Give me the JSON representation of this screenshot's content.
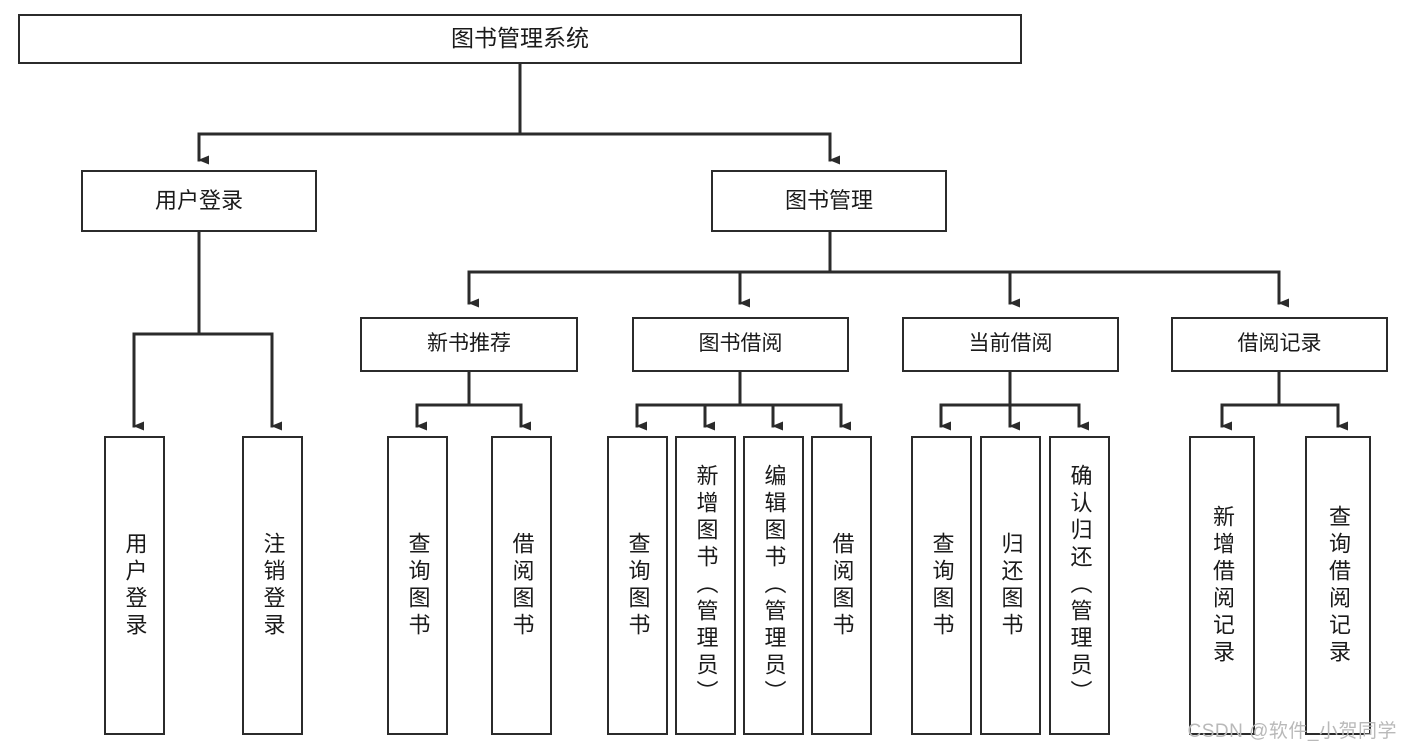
{
  "diagram": {
    "type": "tree-hierarchy",
    "title": "图书管理系统",
    "watermark": "CSDN @软件_小贺同学",
    "colors": {
      "background": "#ffffff",
      "box_border": "#2b2b2b",
      "connector": "#2b2b2b",
      "text": "#1a1a1a",
      "watermark": "#b9b9b9"
    },
    "nodes": {
      "root": {
        "label": "图书管理系统"
      },
      "level2": [
        {
          "id": "user-login",
          "label": "用户登录"
        },
        {
          "id": "book-management",
          "label": "图书管理"
        }
      ],
      "level3": [
        {
          "id": "new-book-recommend",
          "label": "新书推荐"
        },
        {
          "id": "book-borrow",
          "label": "图书借阅"
        },
        {
          "id": "current-borrow",
          "label": "当前借阅"
        },
        {
          "id": "borrow-record",
          "label": "借阅记录"
        }
      ],
      "leaves": {
        "user-login": [
          {
            "id": "leaf-user-login",
            "label": "用户登录"
          },
          {
            "id": "leaf-user-logout",
            "label": "注销登录"
          }
        ],
        "new-book-recommend": [
          {
            "id": "leaf-query-book-1",
            "label": "查询图书"
          },
          {
            "id": "leaf-borrow-book-1",
            "label": "借阅图书"
          }
        ],
        "book-borrow": [
          {
            "id": "leaf-query-book-2",
            "label": "查询图书"
          },
          {
            "id": "leaf-add-book",
            "label": "新增图书（管理员）"
          },
          {
            "id": "leaf-edit-book",
            "label": "编辑图书（管理员）"
          },
          {
            "id": "leaf-borrow-book-2",
            "label": "借阅图书"
          }
        ],
        "current-borrow": [
          {
            "id": "leaf-query-book-3",
            "label": "查询图书"
          },
          {
            "id": "leaf-return-book",
            "label": "归还图书"
          },
          {
            "id": "leaf-confirm-return",
            "label": "确认归还（管理员）"
          }
        ],
        "borrow-record": [
          {
            "id": "leaf-add-record",
            "label": "新增借阅记录"
          },
          {
            "id": "leaf-query-record",
            "label": "查询借阅记录"
          }
        ]
      }
    }
  }
}
